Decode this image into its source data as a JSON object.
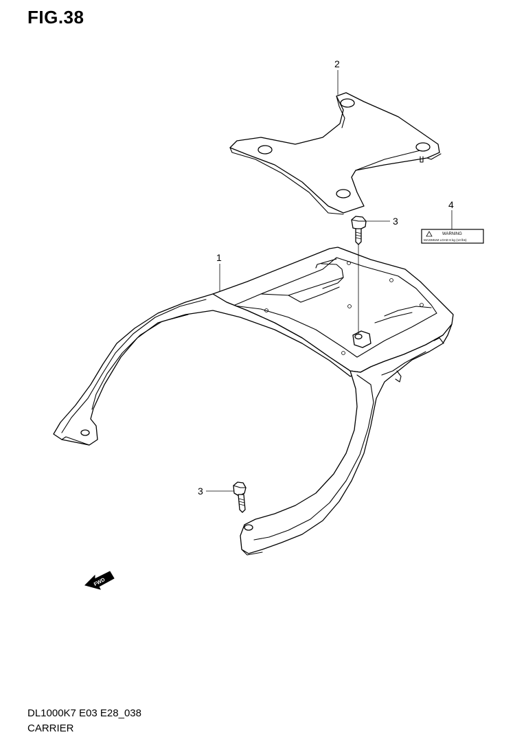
{
  "figure": {
    "title": "FIG.38",
    "code": "DL1000K7 E03 E28_038",
    "name": "CARRIER"
  },
  "callouts": [
    {
      "number": "1"
    },
    {
      "number": "2"
    },
    {
      "number": "3"
    },
    {
      "number": "3"
    },
    {
      "number": "4"
    }
  ],
  "label": {
    "line1": "WARNING",
    "line2": "MAXIMUM LOAD 6 kg (13 lbs)"
  },
  "direction": {
    "text": "FWD"
  }
}
